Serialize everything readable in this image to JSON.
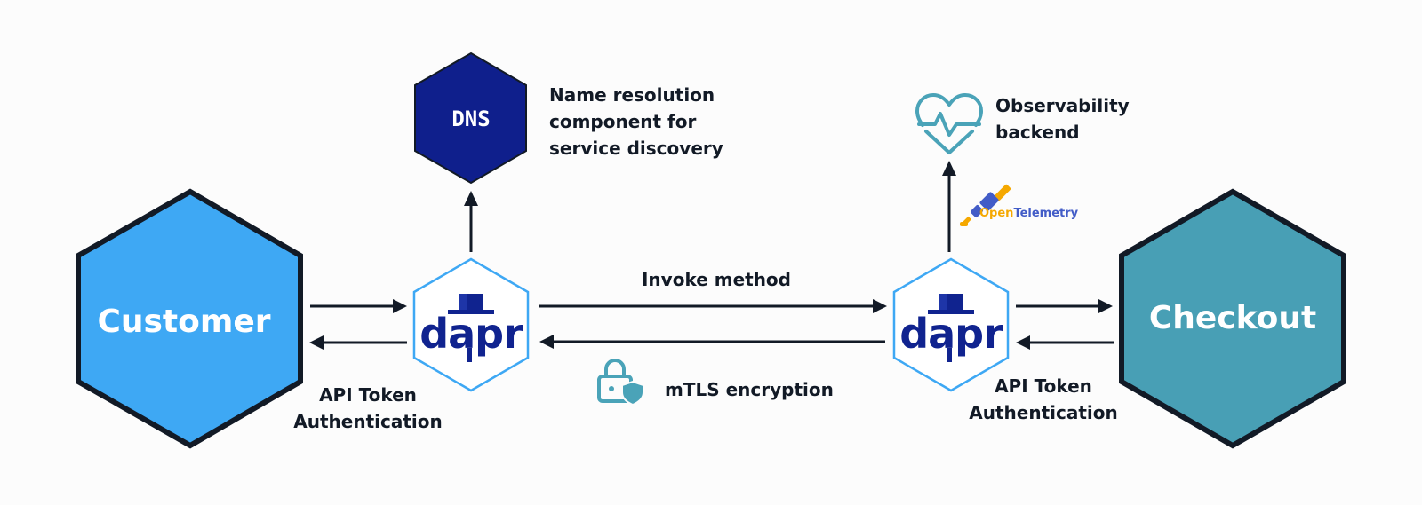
{
  "colors": {
    "background": "#fcfcfc",
    "customer_fill": "#3ea8f4",
    "checkout_fill": "#489fb5",
    "dns_fill": "#0f1f8c",
    "hex_outline": "#121a26",
    "sidecar_outline": "#3ea8f4",
    "dapr_brand": "#10238f",
    "arrow": "#121a26",
    "icon_teal": "#4aa3b8",
    "otel_orange": "#f5a800",
    "otel_blue": "#425cc7"
  },
  "nodes": {
    "customer": {
      "label": "Customer"
    },
    "checkout": {
      "label": "Checkout"
    },
    "dns": {
      "label": "DNS"
    },
    "sidecar_left": {
      "label": "dapr"
    },
    "sidecar_right": {
      "label": "dapr"
    }
  },
  "annotations": {
    "dns_description": [
      "Name resolution",
      "component for",
      "service discovery"
    ],
    "observability": [
      "Observability",
      "backend"
    ],
    "opentelemetry": {
      "part1": "Open",
      "part2": "Telemetry"
    },
    "invoke_method": "Invoke method",
    "mtls": "mTLS encryption",
    "api_token_left": [
      "API Token",
      "Authentication"
    ],
    "api_token_right": [
      "API Token",
      "Authentication"
    ]
  },
  "icons": {
    "dns_node": "hexagon",
    "observability": "heart-pulse-icon",
    "opentelemetry": "telescope-logo-icon",
    "mtls": "lock-shield-icon",
    "dapr": "dapr-hat-logo"
  },
  "edges": [
    {
      "from": "Customer",
      "to": "dapr (left)",
      "direction": "forward"
    },
    {
      "from": "dapr (left)",
      "to": "Customer",
      "direction": "return"
    },
    {
      "from": "dapr (left)",
      "to": "DNS",
      "direction": "up"
    },
    {
      "from": "dapr (left)",
      "to": "dapr (right)",
      "label": "Invoke method"
    },
    {
      "from": "dapr (right)",
      "to": "dapr (left)",
      "label": "mTLS encryption"
    },
    {
      "from": "dapr (right)",
      "to": "Observability backend",
      "direction": "up"
    },
    {
      "from": "dapr (right)",
      "to": "Checkout",
      "direction": "forward"
    },
    {
      "from": "Checkout",
      "to": "dapr (right)",
      "direction": "return"
    }
  ]
}
